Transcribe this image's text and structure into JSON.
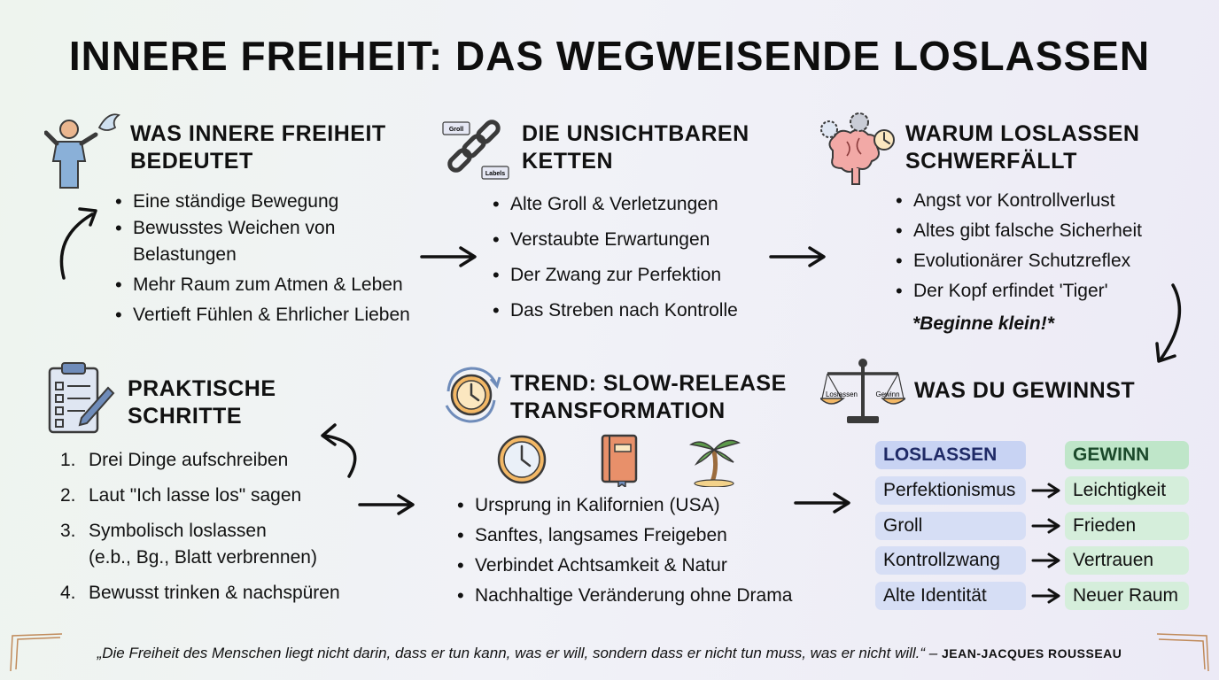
{
  "title": "INNERE FREIHEIT: DAS WEGWEISENDE LOSLASSEN",
  "colors": {
    "arrow": "#111111",
    "loslassen_bg": "#d6def5",
    "gewinn_bg": "#d5eedb",
    "accent_orange": "#e8a24d",
    "accent_blue": "#7fa4cf"
  },
  "sections": {
    "freiheit": {
      "heading": [
        "WAS INNERE FREIHEIT",
        "BEDEUTET"
      ],
      "icon": "person-dove-icon",
      "items": [
        "Eine ständige Bewegung",
        "Bewusstes Weichen von",
        "Belastungen",
        "Mehr Raum zum Atmen & Leben",
        "Vertieft Fühlen & Ehrlicher Lieben"
      ]
    },
    "ketten": {
      "heading": [
        "DIE UNSICHTBAREN",
        "KETTEN"
      ],
      "icon": "chain-icon",
      "icon_labels": [
        "Groll",
        "Labels"
      ],
      "items": [
        "Alte Groll & Verletzungen",
        "Verstaubte Erwartungen",
        "Der Zwang zur Perfektion",
        "Das Streben nach Kontrolle"
      ]
    },
    "warum": {
      "heading": [
        "WARUM LOSLASSEN",
        "SCHWERFÄLLT"
      ],
      "icon": "brain-gears-icon",
      "items": [
        "Angst vor Kontrollverlust",
        "Altes gibt falsche Sicherheit",
        "Evolutionärer Schutzreflex",
        "Der Kopf erfindet 'Tiger'"
      ],
      "note": "*Beginne klein!*"
    },
    "schritte": {
      "heading": [
        "PRAKTISCHE",
        "SCHRITTE"
      ],
      "icon": "clipboard-checklist-icon",
      "items": [
        {
          "num": "1.",
          "lines": [
            "Drei Dinge aufschreiben"
          ]
        },
        {
          "num": "2.",
          "lines": [
            "Laut \"Ich lasse los\" sagen"
          ]
        },
        {
          "num": "3.",
          "lines": [
            "Symbolisch loslassen",
            "(e.b., Bg., Blatt verbrennen)"
          ]
        },
        {
          "num": "4.",
          "lines": [
            "Bewusst trinken & nachspüren"
          ]
        }
      ]
    },
    "trend": {
      "heading": [
        "TREND: SLOW-RELEASE",
        "TRANSFORMATION"
      ],
      "icon": "clock-cycle-icon",
      "sub_icons": [
        "clock-icon",
        "journal-icon",
        "palm-tree-icon"
      ],
      "items": [
        "Ursprung in Kalifornien (USA)",
        "Sanftes, langsames Freigeben",
        "Verbindet Achtsamkeit & Natur",
        "Nachhaltige Veränderung ohne Drama"
      ]
    },
    "gewinn": {
      "heading": "WAS DU GEWINNST",
      "icon": "scale-icon",
      "scale_labels": [
        "Loslassen",
        "Gewinn"
      ],
      "col_headers": [
        "LOSLASSEN",
        "GEWINN"
      ],
      "rows": [
        {
          "from": "Perfektionismus",
          "to": "Leichtigkeit"
        },
        {
          "from": "Groll",
          "to": "Frieden"
        },
        {
          "from": "Kontrollzwang",
          "to": "Vertrauen"
        },
        {
          "from": "Alte Identität",
          "to": "Neuer Raum"
        }
      ]
    }
  },
  "quote": {
    "text": "„Die Freiheit des Menschen liegt nicht darin, dass er tun kann, was er will, sondern dass er nicht tun muss, was er nicht will.“",
    "sep": " – ",
    "author": "JEAN-JACQUES ROUSSEAU"
  }
}
